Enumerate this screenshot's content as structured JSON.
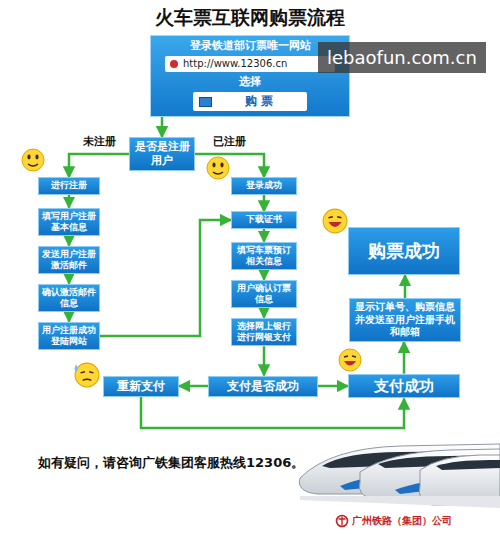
{
  "diagram": {
    "title": "火车票互联网购票流程",
    "nodes": [
      {
        "text": [
          "登录铁道部订票唯一网站",
          "http://www.12306.cn",
          "选择",
          "购 票"
        ]
      },
      {
        "text": [
          "是否是注册用户"
        ]
      },
      {
        "text": [
          "进行注册"
        ]
      },
      {
        "text": [
          "填写用户注册基本信息"
        ]
      },
      {
        "text": [
          "发送用户注册激活邮件"
        ]
      },
      {
        "text": [
          "确认激活邮件信息"
        ]
      },
      {
        "text": [
          "用户注册成功登陆网站"
        ]
      },
      {
        "text": [
          "登录成功"
        ]
      },
      {
        "text": [
          "下载证书"
        ]
      },
      {
        "text": [
          "填写车票预订相关信息"
        ]
      },
      {
        "text": [
          "用户确认订票信息"
        ]
      },
      {
        "text": [
          "选择网上银行进行网银支付"
        ]
      },
      {
        "text": [
          "支付是否成功"
        ]
      },
      {
        "text": [
          "重新支付"
        ]
      },
      {
        "text": [
          "支付成功"
        ]
      },
      {
        "text": [
          "显示订单号、购票信息并发送至用户注册手机和邮箱"
        ]
      },
      {
        "text": [
          "购票成功"
        ]
      }
    ],
    "edges": [
      {
        "from": 0,
        "to": 1,
        "arrow": "to"
      },
      {
        "from": 1,
        "to": 2,
        "arrow": "to",
        "label": "未注册"
      },
      {
        "from": 1,
        "to": 7,
        "arrow": "to",
        "label": "已注册"
      },
      {
        "from": 2,
        "to": 3,
        "arrow": "to"
      },
      {
        "from": 3,
        "to": 4,
        "arrow": "to"
      },
      {
        "from": 4,
        "to": 5,
        "arrow": "to"
      },
      {
        "from": 5,
        "to": 6,
        "arrow": "to"
      },
      {
        "from": 6,
        "to": 8,
        "arrow": "to"
      },
      {
        "from": 7,
        "to": 8,
        "arrow": "to"
      },
      {
        "from": 8,
        "to": 9,
        "arrow": "to"
      },
      {
        "from": 9,
        "to": 10,
        "arrow": "to"
      },
      {
        "from": 10,
        "to": 11,
        "arrow": "to"
      },
      {
        "from": 11,
        "to": 12,
        "arrow": "to"
      },
      {
        "from": 12,
        "to": 13,
        "arrow": "to"
      },
      {
        "from": 12,
        "to": 14,
        "arrow": "to"
      },
      {
        "from": 13,
        "to": 14,
        "arrow": "to"
      },
      {
        "from": 14,
        "to": 15,
        "arrow": "to"
      },
      {
        "from": 15,
        "to": 16,
        "arrow": "to"
      }
    ],
    "labels": [
      "lebaofun.com.cn",
      "如有疑问，请咨询广铁集团客服热线12306。",
      "广州铁路（集团）公司"
    ]
  }
}
